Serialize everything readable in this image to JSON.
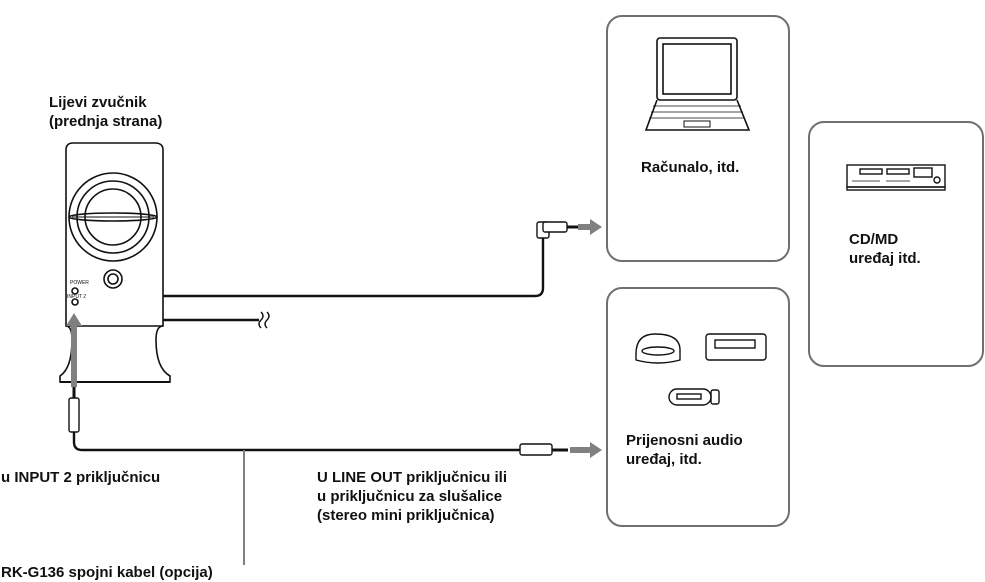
{
  "speaker": {
    "title_line1": "Lijevi zvučnik",
    "title_line2": "(prednja strana)",
    "power_label": "POWER",
    "input_label": "INPUT 2"
  },
  "devices": {
    "computer": "Računalo, itd.",
    "cdmd_line1": "CD/MD",
    "cdmd_line2": "uređaj itd.",
    "portable_line1": "Prijenosni audio",
    "portable_line2": "uređaj, itd."
  },
  "labels": {
    "input2": "u INPUT 2 priključnicu",
    "lineout_line1": "U LINE OUT priključnicu ili",
    "lineout_line2": "u priključnicu za slušalice",
    "lineout_line3": "(stereo mini priključnica)",
    "cable": "RK-G136 spojni kabel (opcija)"
  },
  "colors": {
    "line": "#111111",
    "arrow": "#808080",
    "border": "#6f6f6f"
  }
}
